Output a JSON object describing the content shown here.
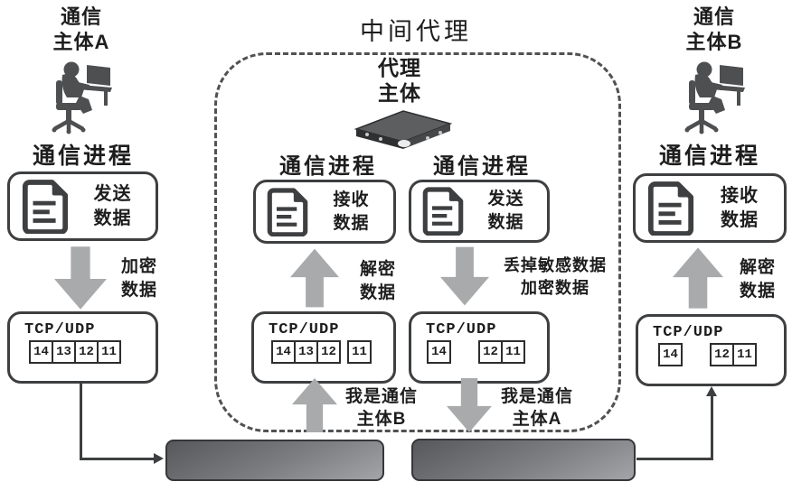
{
  "colors": {
    "arrow_gray": "#a8aaac",
    "line_dark": "#3d3f41",
    "bar_gradient_start": "#56585a",
    "bar_gradient_end": "#a2a4a7",
    "dashed_border": "#4f5153"
  },
  "icons": {
    "left_person": "person-at-computer-icon",
    "right_person": "person-at-computer-icon",
    "proxy_device": "network-device-icon",
    "document": "document-icon"
  },
  "proxy_title": "中间代理",
  "subject_a": {
    "line1": "通信",
    "line2": "主体A"
  },
  "subject_b": {
    "line1": "通信",
    "line2": "主体B"
  },
  "proxy_subject": {
    "line1": "代理",
    "line2": "主体"
  },
  "left": {
    "process_title": "通信进程",
    "action_line1": "发送",
    "action_line2": "数据",
    "arrow_line1": "加密",
    "arrow_line2": "数据",
    "tcp_label": "TCP/UDP",
    "packets": [
      "14",
      "13",
      "12",
      "11"
    ]
  },
  "proxy_recv": {
    "process_title": "通信进程",
    "action_line1": "接收",
    "action_line2": "数据",
    "arrow_line1": "解密",
    "arrow_line2": "数据",
    "tcp_label": "TCP/UDP",
    "packets": [
      "14",
      "13",
      "12",
      "11"
    ],
    "channel_msg_line1": "我是通信",
    "channel_msg_line2": "主体B"
  },
  "proxy_send": {
    "process_title": "通信进程",
    "action_line1": "发送",
    "action_line2": "数据",
    "arrow_line1": "丢掉敏感数据",
    "arrow_line2": "加密数据",
    "tcp_label": "TCP/UDP",
    "packets": [
      "14",
      "12",
      "11"
    ],
    "channel_msg_line1": "我是通信",
    "channel_msg_line2": "主体A"
  },
  "right": {
    "process_title": "通信进程",
    "action_line1": "接收",
    "action_line2": "数据",
    "arrow_line1": "解密",
    "arrow_line2": "数据",
    "tcp_label": "TCP/UDP",
    "packets": [
      "14",
      "12",
      "11"
    ]
  }
}
